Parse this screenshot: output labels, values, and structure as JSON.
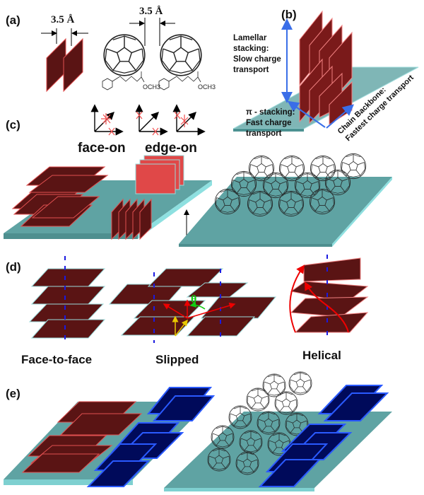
{
  "panels": {
    "a": {
      "label": "(a)",
      "spacing_left": "3.5 Å",
      "spacing_right": "3.5 Å",
      "ester_left": "OCH3",
      "ester_right": "OCH3"
    },
    "b": {
      "label": "(b)",
      "lamellar": [
        "Lamellar",
        "stacking:",
        "Slow charge",
        "transport"
      ],
      "pi_stacking": [
        "π - stacking:",
        "Fast charge",
        "transport"
      ],
      "backbone": [
        "Chain Backbone:",
        "Fastest charge transport"
      ]
    },
    "c": {
      "label": "(c)",
      "face_on": "face-on",
      "edge_on": "edge-on"
    },
    "d": {
      "label": "(d)",
      "face_to_face": "Face-to-face",
      "slipped": "Slipped",
      "helical": "Helical",
      "theta": "θ"
    },
    "e": {
      "label": "(e)"
    }
  },
  "colors": {
    "slab_dark": "#5a1414",
    "slab_edge": "#e05050",
    "substrate": "#5fa3a3",
    "substrate_edge": "#8ee0e0",
    "edge_on_red": "#e04848",
    "blue_slab": "#000a5a",
    "blue_edge": "#2a5aff",
    "arrow_blue": "#3a6ee8"
  }
}
